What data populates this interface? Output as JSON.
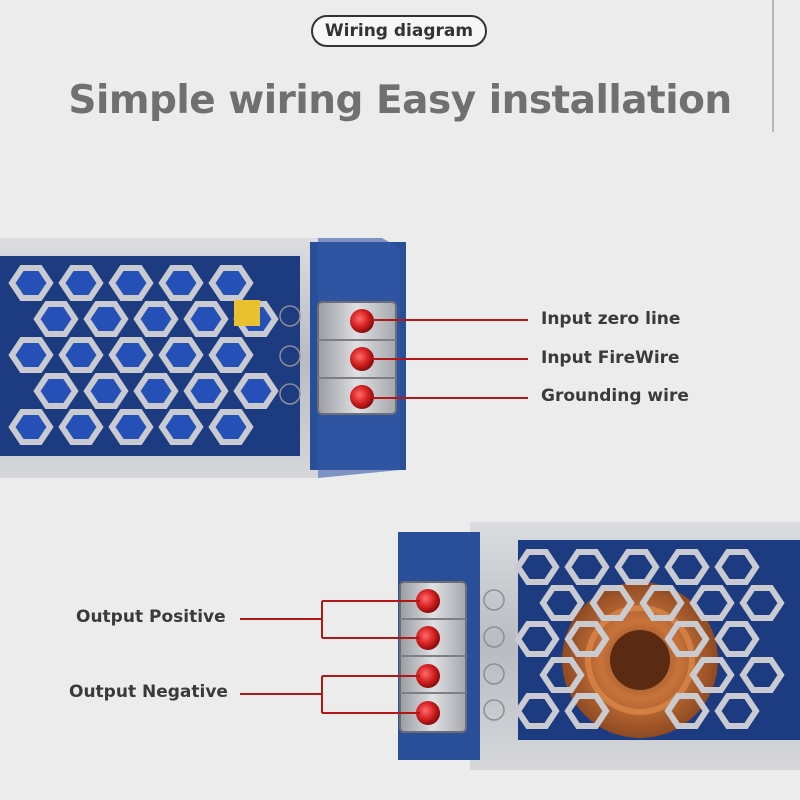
{
  "header": {
    "badge": "Wiring diagram",
    "headline": "Simple wiring Easy installation"
  },
  "upper_unit": {
    "labels": [
      "Input zero line",
      "Input FireWire",
      "Grounding wire"
    ]
  },
  "lower_unit": {
    "labels": [
      "Output Positive",
      "Output Negative"
    ]
  },
  "colors": {
    "callout_line": "#b21818",
    "terminal_screw": "#d42020",
    "case_metal": "#c9cbd0",
    "pcb_blue": "#1c3f86",
    "coil_copper": "#b8642e"
  }
}
